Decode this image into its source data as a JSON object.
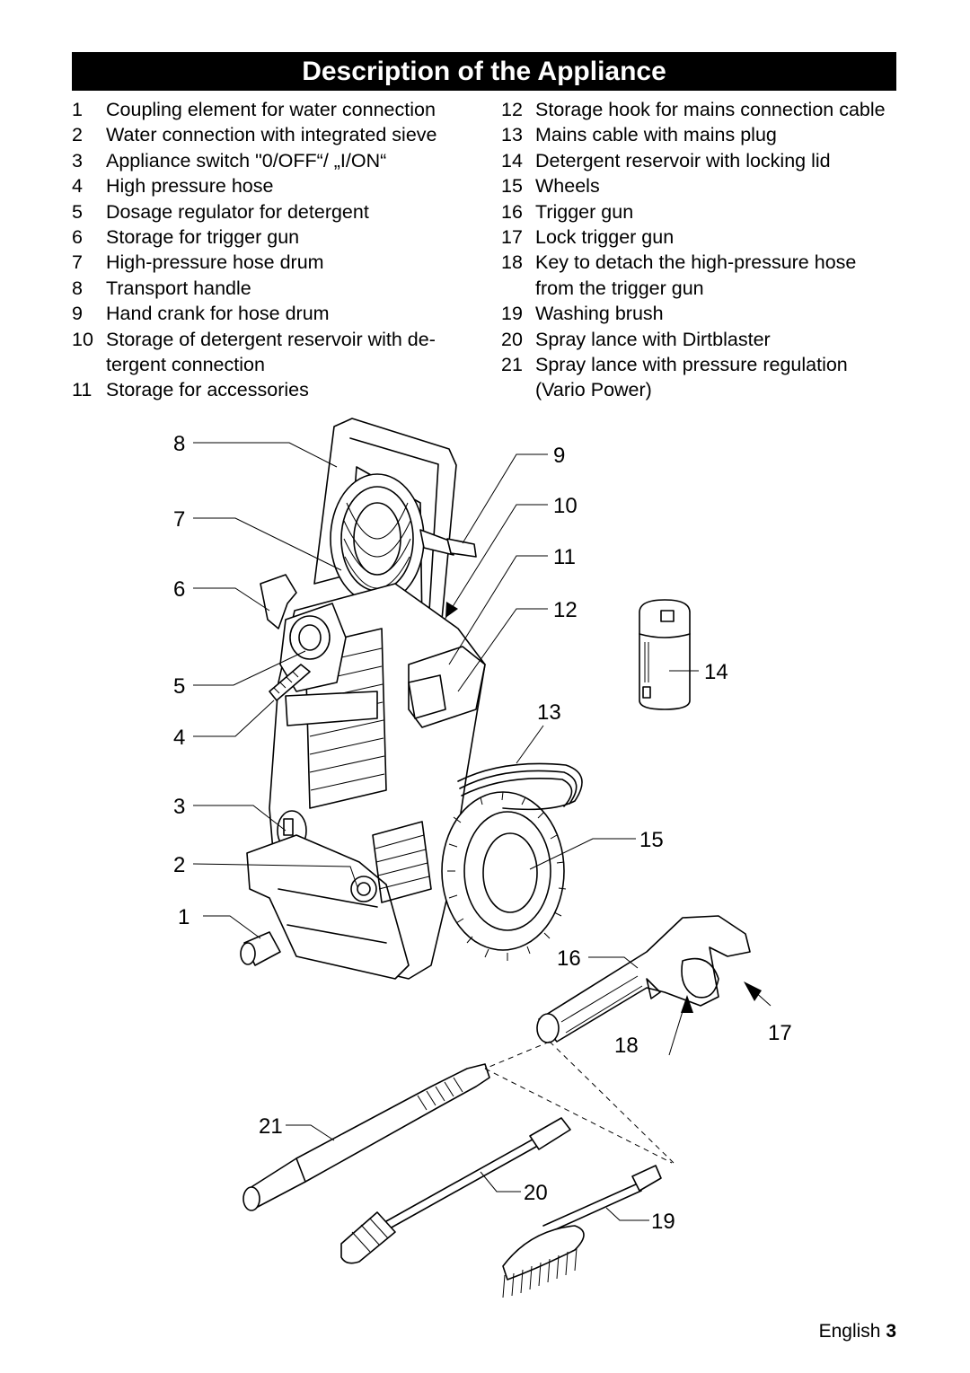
{
  "page": {
    "title": "Description of the Appliance",
    "footer_language": "English",
    "footer_page": "3"
  },
  "legend_left": [
    {
      "num": "1",
      "text": "Coupling element for water connection"
    },
    {
      "num": "2",
      "text": "Water connection with integrated sieve"
    },
    {
      "num": "3",
      "text": "Appliance switch \"0/OFF“/ „I/ON“"
    },
    {
      "num": "4",
      "text": "High pressure hose"
    },
    {
      "num": "5",
      "text": "Dosage regulator for detergent"
    },
    {
      "num": "6",
      "text": "Storage for trigger gun"
    },
    {
      "num": "7",
      "text": "High-pressure hose drum"
    },
    {
      "num": "8",
      "text": "Transport handle"
    },
    {
      "num": "9",
      "text": "Hand crank for hose drum"
    },
    {
      "num": "10",
      "text": "Storage of detergent reservoir with de-\ntergent connection"
    },
    {
      "num": "11",
      "text": "Storage for accessories"
    }
  ],
  "legend_right": [
    {
      "num": "12",
      "text": "Storage hook for mains connection cable"
    },
    {
      "num": "13",
      "text": "Mains cable with mains plug"
    },
    {
      "num": "14",
      "text": "Detergent reservoir with locking lid"
    },
    {
      "num": "15",
      "text": "Wheels"
    },
    {
      "num": "16",
      "text": "Trigger gun"
    },
    {
      "num": "17",
      "text": "Lock trigger gun"
    },
    {
      "num": "18",
      "text": "Key to detach the high-pressure hose\nfrom the trigger gun"
    },
    {
      "num": "19",
      "text": "Washing brush"
    },
    {
      "num": "20",
      "text": "Spray lance with Dirtblaster"
    },
    {
      "num": "21",
      "text": "Spray lance with pressure regulation\n(Vario Power)"
    }
  ],
  "callouts": [
    "1",
    "2",
    "3",
    "4",
    "5",
    "6",
    "7",
    "8",
    "9",
    "10",
    "11",
    "12",
    "13",
    "14",
    "15",
    "16",
    "17",
    "18",
    "19",
    "20",
    "21"
  ]
}
